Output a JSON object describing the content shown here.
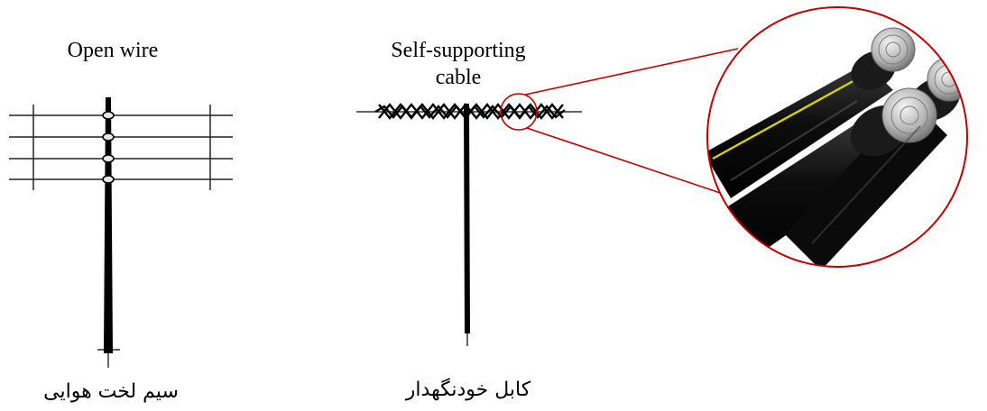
{
  "open_wire": {
    "title_en": "Open wire",
    "title_fa": "سیم لخت هوایی"
  },
  "self_supporting": {
    "title_en_line1": "Self-supporting",
    "title_en_line2": "cable",
    "title_fa": "کابل خودنگهدار"
  },
  "colors": {
    "pole": "#000000",
    "wire": "#222222",
    "callout": "#c00000",
    "cable_jacket": "#111111",
    "cable_stripe": "#d8d400",
    "conductor": "#b8b8b8"
  },
  "icons": {
    "open_wire_pole": "utility-pole-icon",
    "self_supporting_pole": "utility-pole-icon",
    "cable_closeup": "cable-cross-section-icon"
  }
}
